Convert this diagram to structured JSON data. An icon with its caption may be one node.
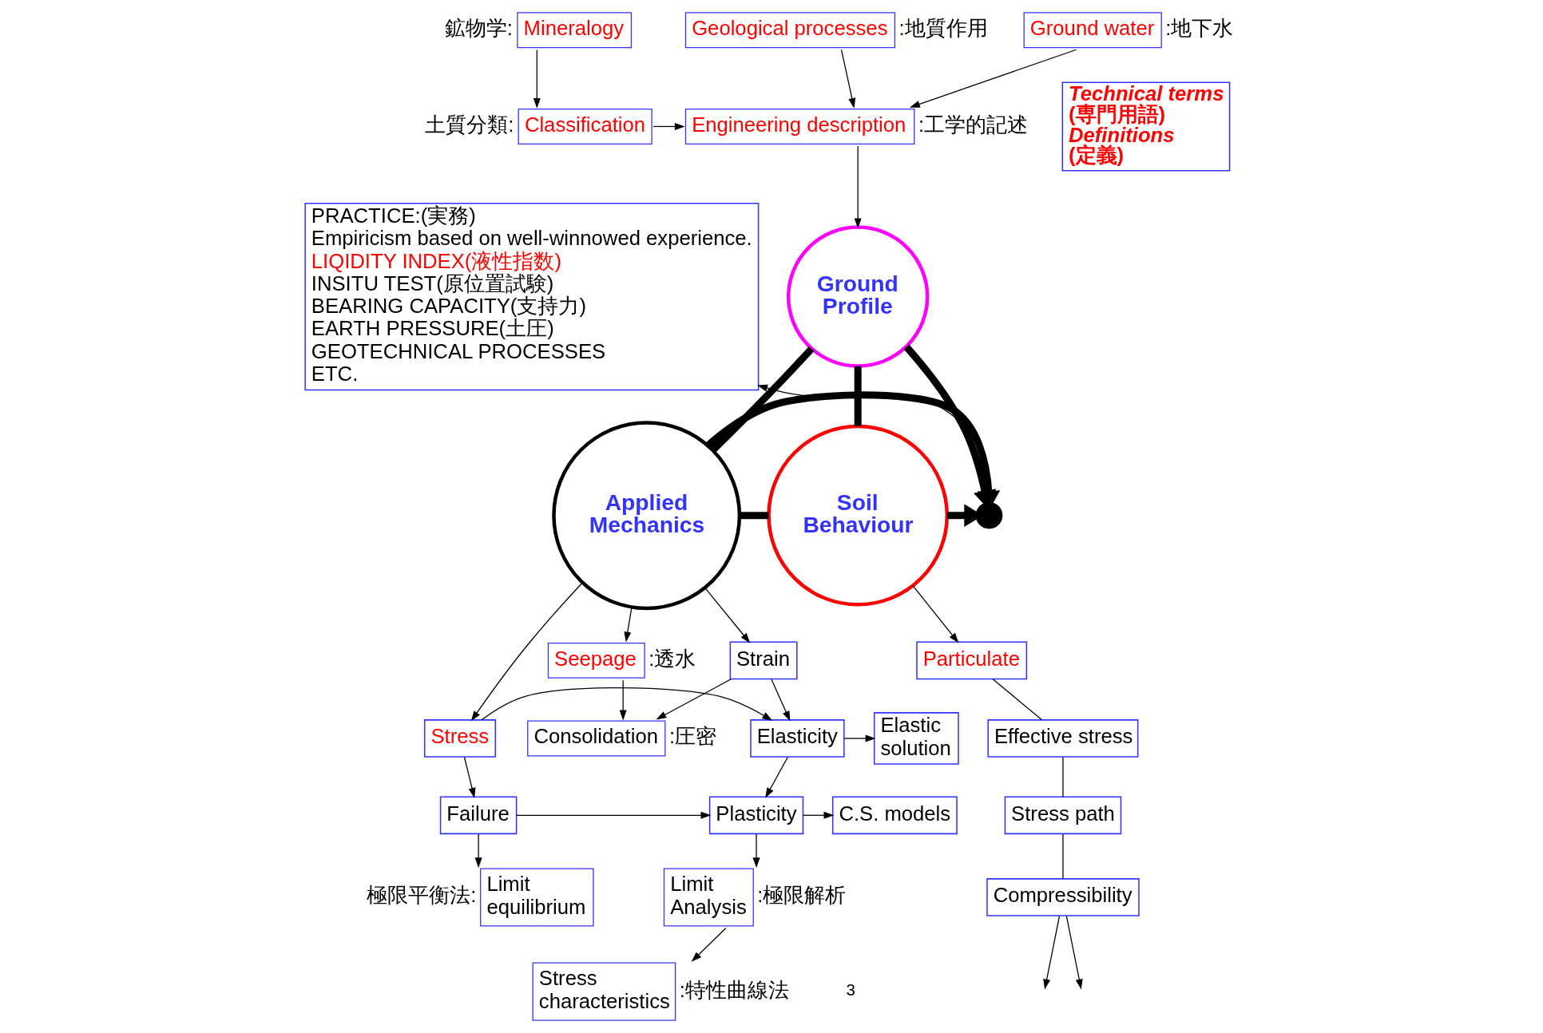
{
  "diagram": {
    "nodes": [
      {
        "text": [
          "Mineralogy"
        ],
        "beside": [
          "鉱物学:"
        ]
      },
      {
        "text": [
          "Ground water"
        ],
        "beside": [
          ":地下水"
        ]
      },
      {
        "text": [
          "Geological processes"
        ],
        "beside": [
          ":地質作用"
        ]
      },
      {
        "text": [
          "Classification"
        ],
        "beside": [
          "土質分類:"
        ]
      },
      {
        "text": [
          "Engineering description"
        ],
        "beside": [
          ":工学的記述"
        ]
      },
      {
        "text": [
          "PRACTICE:(実務)",
          "Empiricism based on well-winnowed experience.",
          "LIQIDITY INDEX(液性指数)",
          "INSITU TEST(原位置試験)",
          "BEARING CAPACITY(支持力)",
          "EARTH PRESSURE(土圧)",
          "GEOTECHNICAL PROCESSES",
          "ETC."
        ]
      },
      {
        "text": [
          "Technical terms",
          "(専門用語)",
          "Definitions",
          "(定義)"
        ]
      },
      {
        "text": [
          "Ground Profile"
        ]
      },
      {
        "text": [],
        "shape": "circle"
      },
      {
        "text": [
          "Soil Behaviour"
        ]
      },
      {
        "text": [
          "Applied Mechanics"
        ]
      },
      {
        "text": [
          "Seepage"
        ],
        "beside": [
          ":透水"
        ]
      },
      {
        "text": [
          "Consolidation"
        ],
        "beside": [
          ":圧密"
        ]
      },
      {
        "text": [
          "Strain"
        ]
      },
      {
        "text": [
          "Particulate"
        ]
      },
      {
        "text": [
          "Effective stress"
        ]
      },
      {
        "text": [
          "Stress path"
        ]
      },
      {
        "text": [
          "Compressibility"
        ]
      },
      {
        "text": [
          "Stress"
        ]
      },
      {
        "text": [
          "Elasticity"
        ]
      },
      {
        "text": [
          "Elastic solution"
        ]
      },
      {
        "text": [
          "Failure"
        ]
      },
      {
        "text": [
          "Plasticity"
        ]
      },
      {
        "text": [
          "C.S. models"
        ]
      },
      {
        "text": [
          "Limit equilibrium"
        ],
        "beside": [
          "極限平衡法:"
        ]
      },
      {
        "text": [
          "Limit Analysis"
        ],
        "beside": [
          ":極限解析"
        ]
      },
      {
        "text": [
          "Stress characteristics"
        ],
        "beside": [
          ":特性曲線法"
        ]
      }
    ],
    "edges": [
      {
        "from": 0,
        "to": 3,
        "arrow": "to"
      },
      {
        "from": 1,
        "to": 4,
        "arrow": "to"
      },
      {
        "from": 2,
        "to": 4,
        "arrow": "to"
      },
      {
        "from": 3,
        "to": 4,
        "arrow": "to"
      },
      {
        "from": 4,
        "to": 7,
        "arrow": "to"
      },
      {
        "from": 7,
        "to": 8,
        "arrow": "to",
        "style": "thick"
      },
      {
        "from": 9,
        "to": 8,
        "arrow": "to",
        "style": "thick"
      },
      {
        "from": 10,
        "to": 8,
        "arrow": "to",
        "style": "thick"
      },
      {
        "from": 8,
        "to": 5,
        "arrow": "to"
      },
      {
        "from": 7,
        "to": 9,
        "arrow": "none",
        "style": "thick"
      },
      {
        "from": 7,
        "to": 10,
        "arrow": "none",
        "style": "thick"
      },
      {
        "from": 9,
        "to": 10,
        "arrow": "none",
        "style": "thick"
      },
      {
        "from": 10,
        "to": 11,
        "arrow": "to"
      },
      {
        "from": 11,
        "to": 12,
        "arrow": "to"
      },
      {
        "from": 13,
        "to": 12,
        "arrow": "to"
      },
      {
        "from": 10,
        "to": 13,
        "arrow": "to"
      },
      {
        "from": 9,
        "to": 14,
        "arrow": "to"
      },
      {
        "from": 14,
        "to": 15,
        "arrow": "none"
      },
      {
        "from": 15,
        "to": 16,
        "arrow": "none"
      },
      {
        "from": 16,
        "to": 17,
        "arrow": "none"
      },
      {
        "from": 17,
        "to": null,
        "arrow": "to"
      },
      {
        "from": 17,
        "to": null,
        "arrow": "to"
      },
      {
        "from": 10,
        "to": 18,
        "arrow": "to"
      },
      {
        "from": 18,
        "to": 19,
        "arrow": "to"
      },
      {
        "from": 13,
        "to": 19,
        "arrow": "to"
      },
      {
        "from": 19,
        "to": 20,
        "arrow": "to"
      },
      {
        "from": 18,
        "to": 21,
        "arrow": "to"
      },
      {
        "from": 19,
        "to": 22,
        "arrow": "to"
      },
      {
        "from": 21,
        "to": 22,
        "arrow": "to"
      },
      {
        "from": 22,
        "to": 23,
        "arrow": "to"
      },
      {
        "from": 21,
        "to": 24,
        "arrow": "to"
      },
      {
        "from": 22,
        "to": 25,
        "arrow": "to"
      },
      {
        "from": 25,
        "to": 26,
        "arrow": "to"
      }
    ],
    "labels": [
      "3"
    ]
  }
}
